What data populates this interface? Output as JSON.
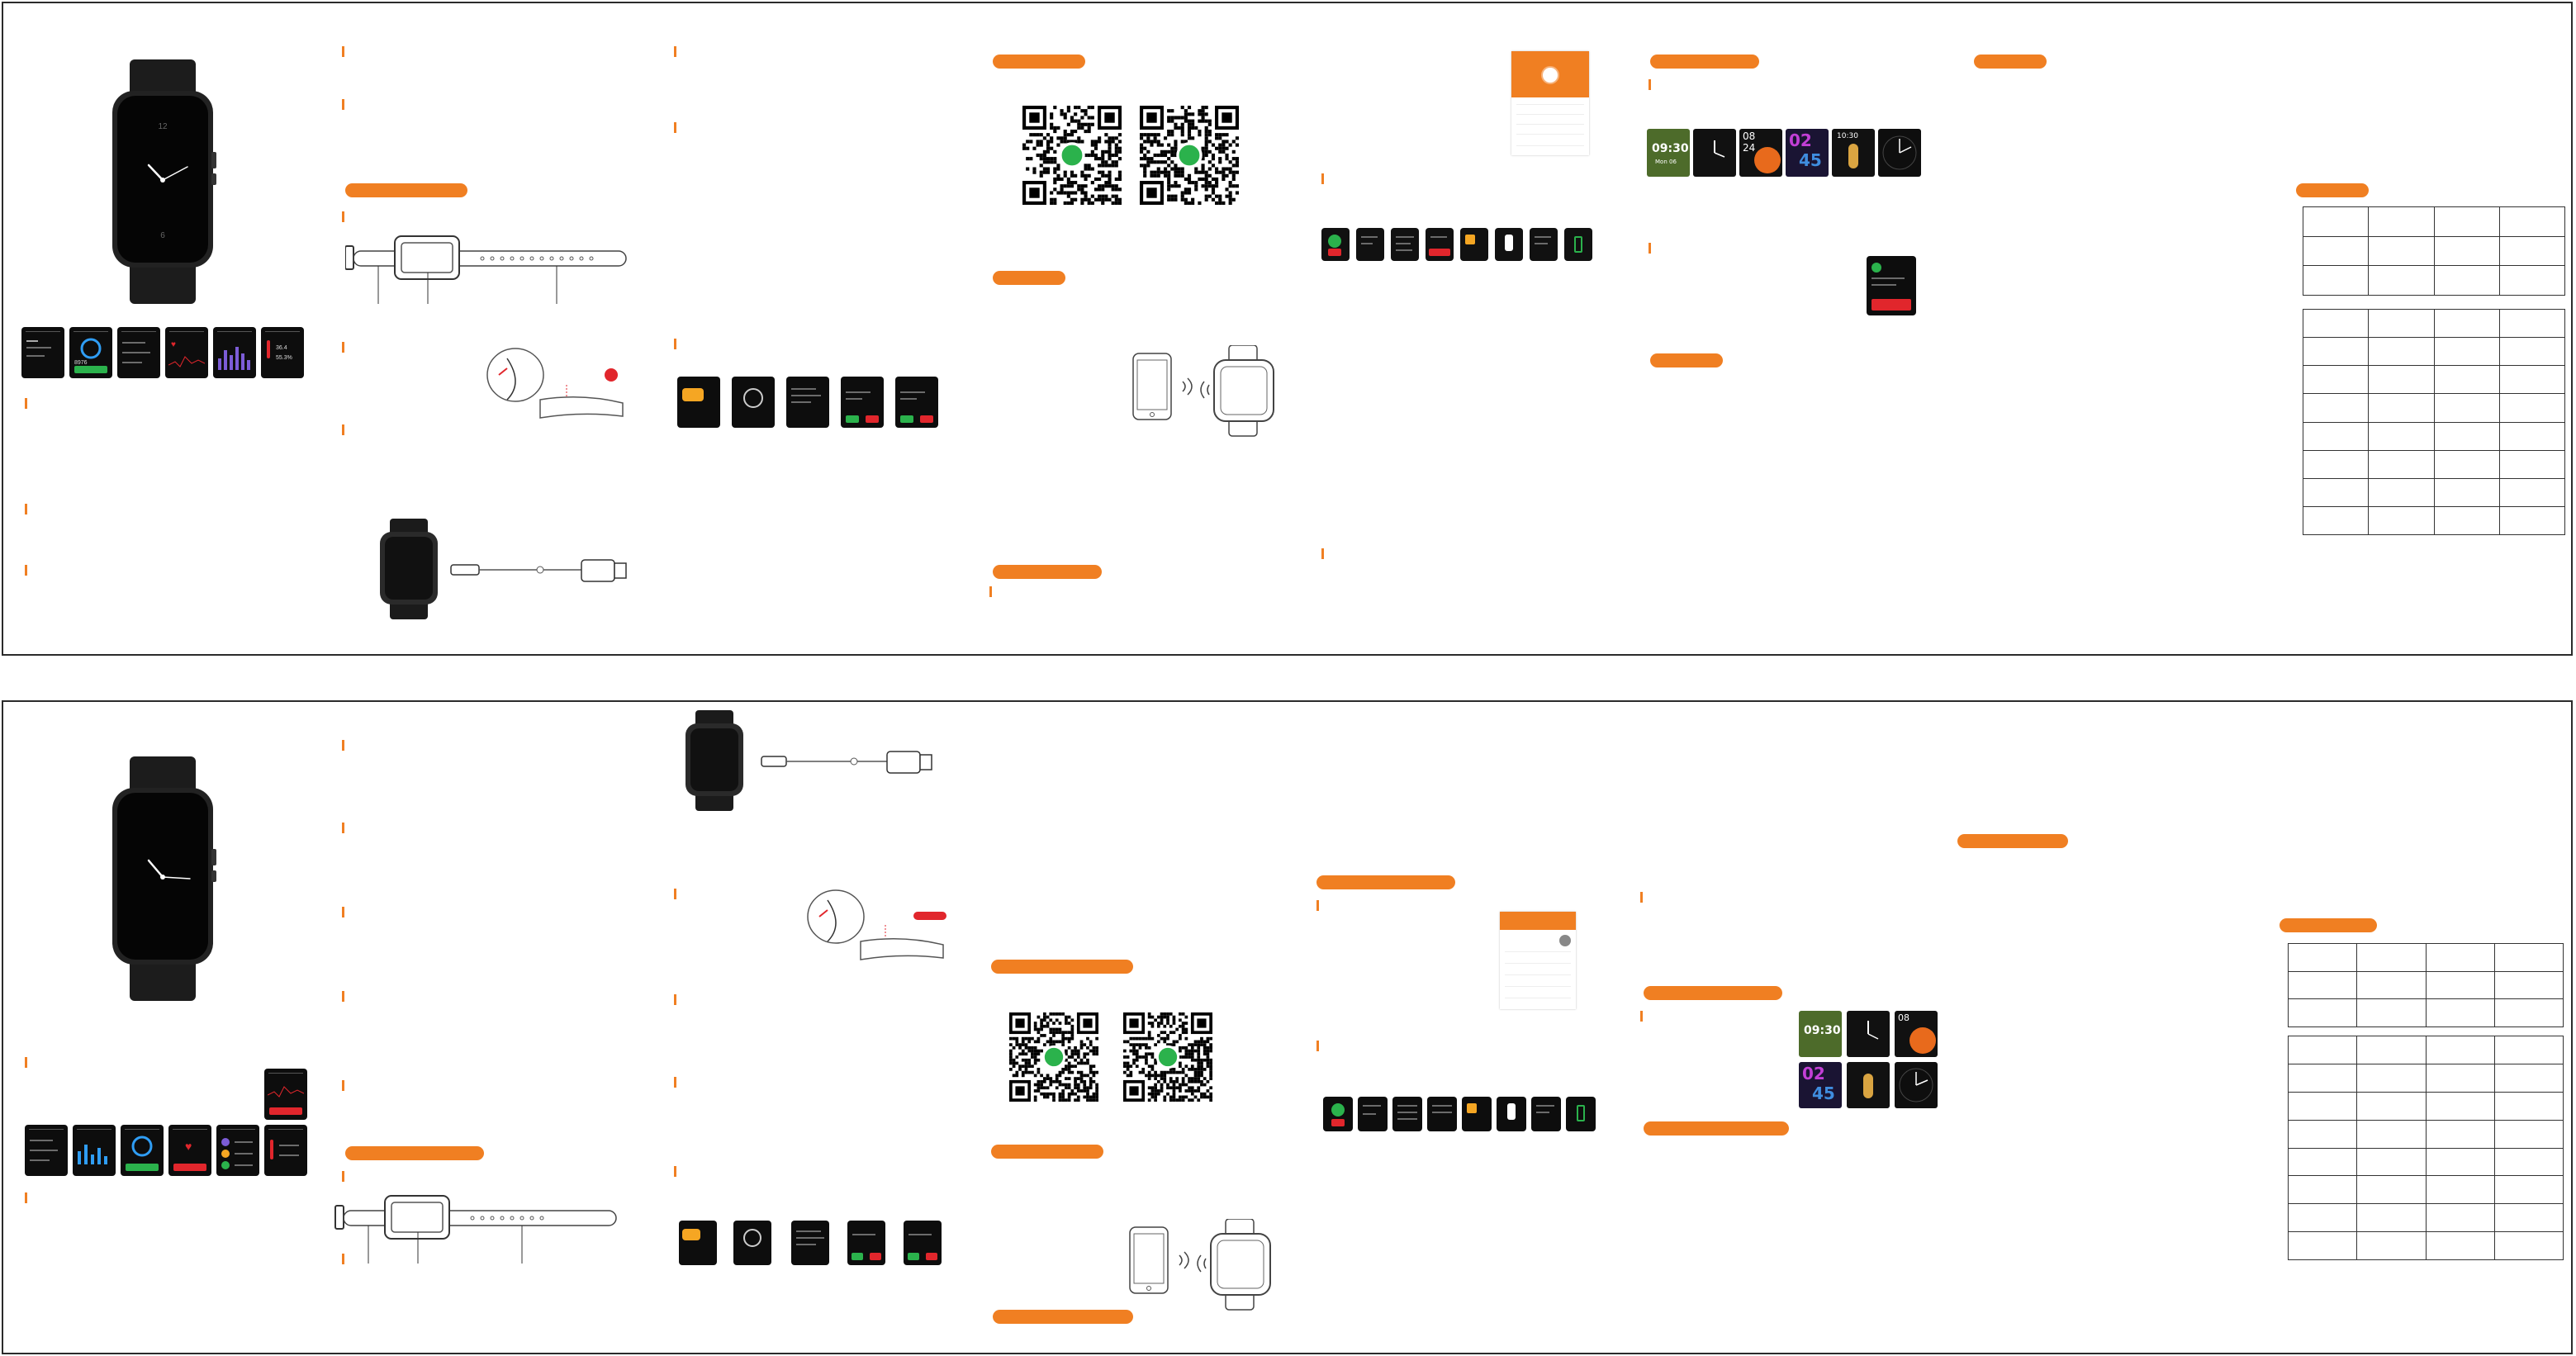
{
  "colors": {
    "accent": "#f07f22",
    "dark": "#0d0d0d",
    "red": "#e1262c",
    "green": "#2bb24c",
    "table_border": "#333333"
  },
  "panels": [
    "front-sheet",
    "back-sheet"
  ],
  "faces": {
    "f1_time": "09:30",
    "f1_date": "Mon 06",
    "f3_h": "08",
    "f3_m": "24",
    "f5_time": "10:30",
    "f7_h": "02",
    "f7_m": "45"
  },
  "readouts": {
    "temp1": "36.4",
    "humid": "55.3%",
    "steps": "8976"
  },
  "icons": [
    "bell-vibrate-icon",
    "bluetooth-waves-icon",
    "battery-icon",
    "usb-plug-icon",
    "heart-icon",
    "thermometer-icon"
  ]
}
